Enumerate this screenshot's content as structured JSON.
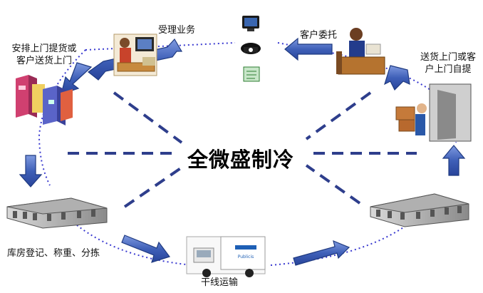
{
  "center_title": "全微盛制冷",
  "labels": {
    "accept_business": "受理业务",
    "customer_commission": "客户委托",
    "arrange_pickup_line1": "安排上门提货或",
    "arrange_pickup_line2": "客户送货上门",
    "deliver_line1": "送货上门或客",
    "deliver_line2": "户上门自提",
    "warehouse_register": "库房登记、称重、分拣",
    "trunk_transport": "干线运输"
  },
  "truck_text": "Publicis",
  "colors": {
    "arrow_fill": "#3f60b8",
    "arrow_stroke": "#1f3a80",
    "dash_line": "#2e3e8c",
    "dotted_loop": "#3a3ad0"
  }
}
